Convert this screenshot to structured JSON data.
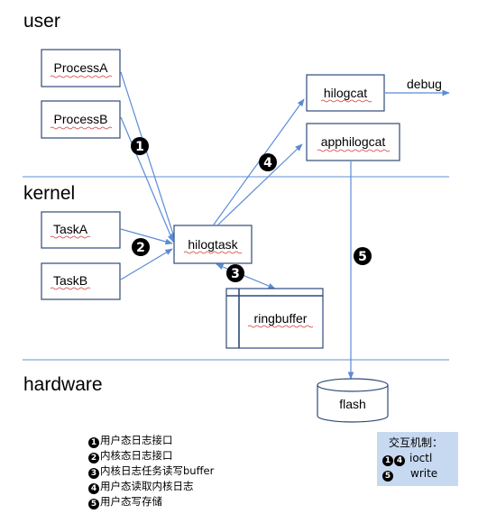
{
  "zones": {
    "user": "user",
    "kernel": "kernel",
    "hardware": "hardware"
  },
  "nodes": {
    "process_a": "ProcessA",
    "process_b": "ProcessB",
    "hilogcat": "hilogcat",
    "apphilogcat": "apphilogcat",
    "task_a": "TaskA",
    "task_b": "TaskB",
    "hilogtask": "hilogtask",
    "ringbuffer": "ringbuffer",
    "flash": "flash"
  },
  "edge_labels": {
    "debug": "debug"
  },
  "badges": {
    "b1": "1",
    "b2": "2",
    "b3": "3",
    "b4": "4",
    "b5": "5"
  },
  "legend": [
    {
      "num": "1",
      "text": "用户态日志接口"
    },
    {
      "num": "2",
      "text": "内核态日志接口"
    },
    {
      "num": "3",
      "text": "内核日志任务读写buffer"
    },
    {
      "num": "4",
      "text": "用户态读取内核日志"
    },
    {
      "num": "5",
      "text": "用户态写存储"
    }
  ],
  "interaction": {
    "title": "交互机制：",
    "rows": [
      {
        "nums": [
          "1",
          "4"
        ],
        "label": "ioctl"
      },
      {
        "nums": [
          "5"
        ],
        "label": "write"
      }
    ]
  },
  "colors": {
    "line": "#5b8bd6",
    "box_border": "#2e4a7a",
    "interaction_bg": "#c6d9f1"
  }
}
